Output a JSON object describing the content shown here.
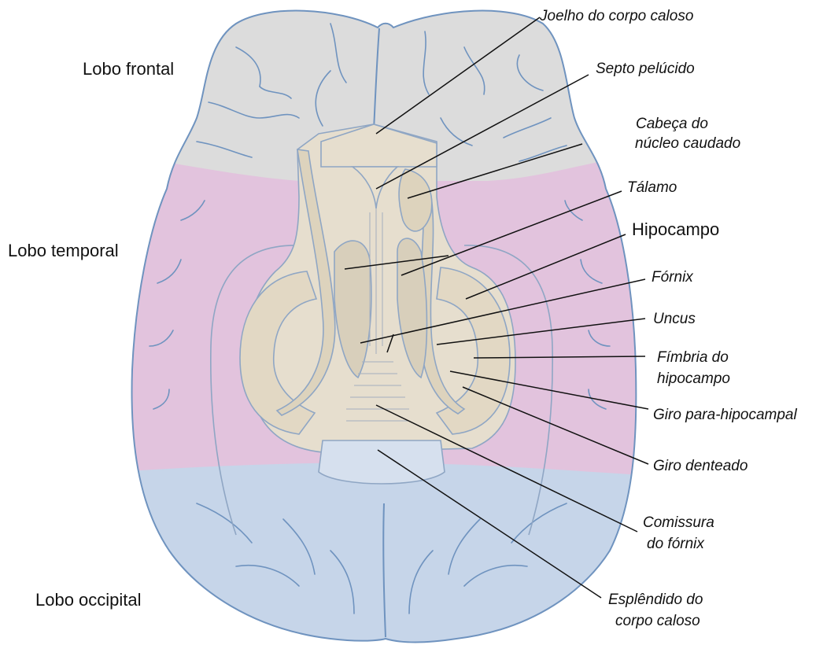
{
  "lobes": {
    "frontal": "Lobo frontal",
    "temporal": "Lobo temporal",
    "occipital": "Lobo occipital"
  },
  "structures": {
    "genu": "Joelho do corpo caloso",
    "septum": "Septo pelúcido",
    "caudate_line1": "Cabeça do",
    "caudate_line2": "núcleo caudado",
    "thalamus": "Tálamo",
    "hippocampus": "Hipocampo",
    "fornix": "Fórnix",
    "uncus": "Uncus",
    "fimbria_line1": "Fímbria do",
    "fimbria_line2": "hipocampo",
    "parahippocampal": "Giro para-hipocampal",
    "dentate": "Giro denteado",
    "commissure_line1": "Comissura",
    "commissure_line2": "do fórnix",
    "splenium_line1": "Esplêndido do",
    "splenium_line2": "corpo caloso"
  },
  "colors": {
    "frontal_fill": "#dcdcdc",
    "temporal_fill": "#e2c3dd",
    "occipital_fill": "#c6d5e9",
    "internal_fill": "#e6dece",
    "outline": "#6f93bf",
    "leader_line": "#111111"
  }
}
